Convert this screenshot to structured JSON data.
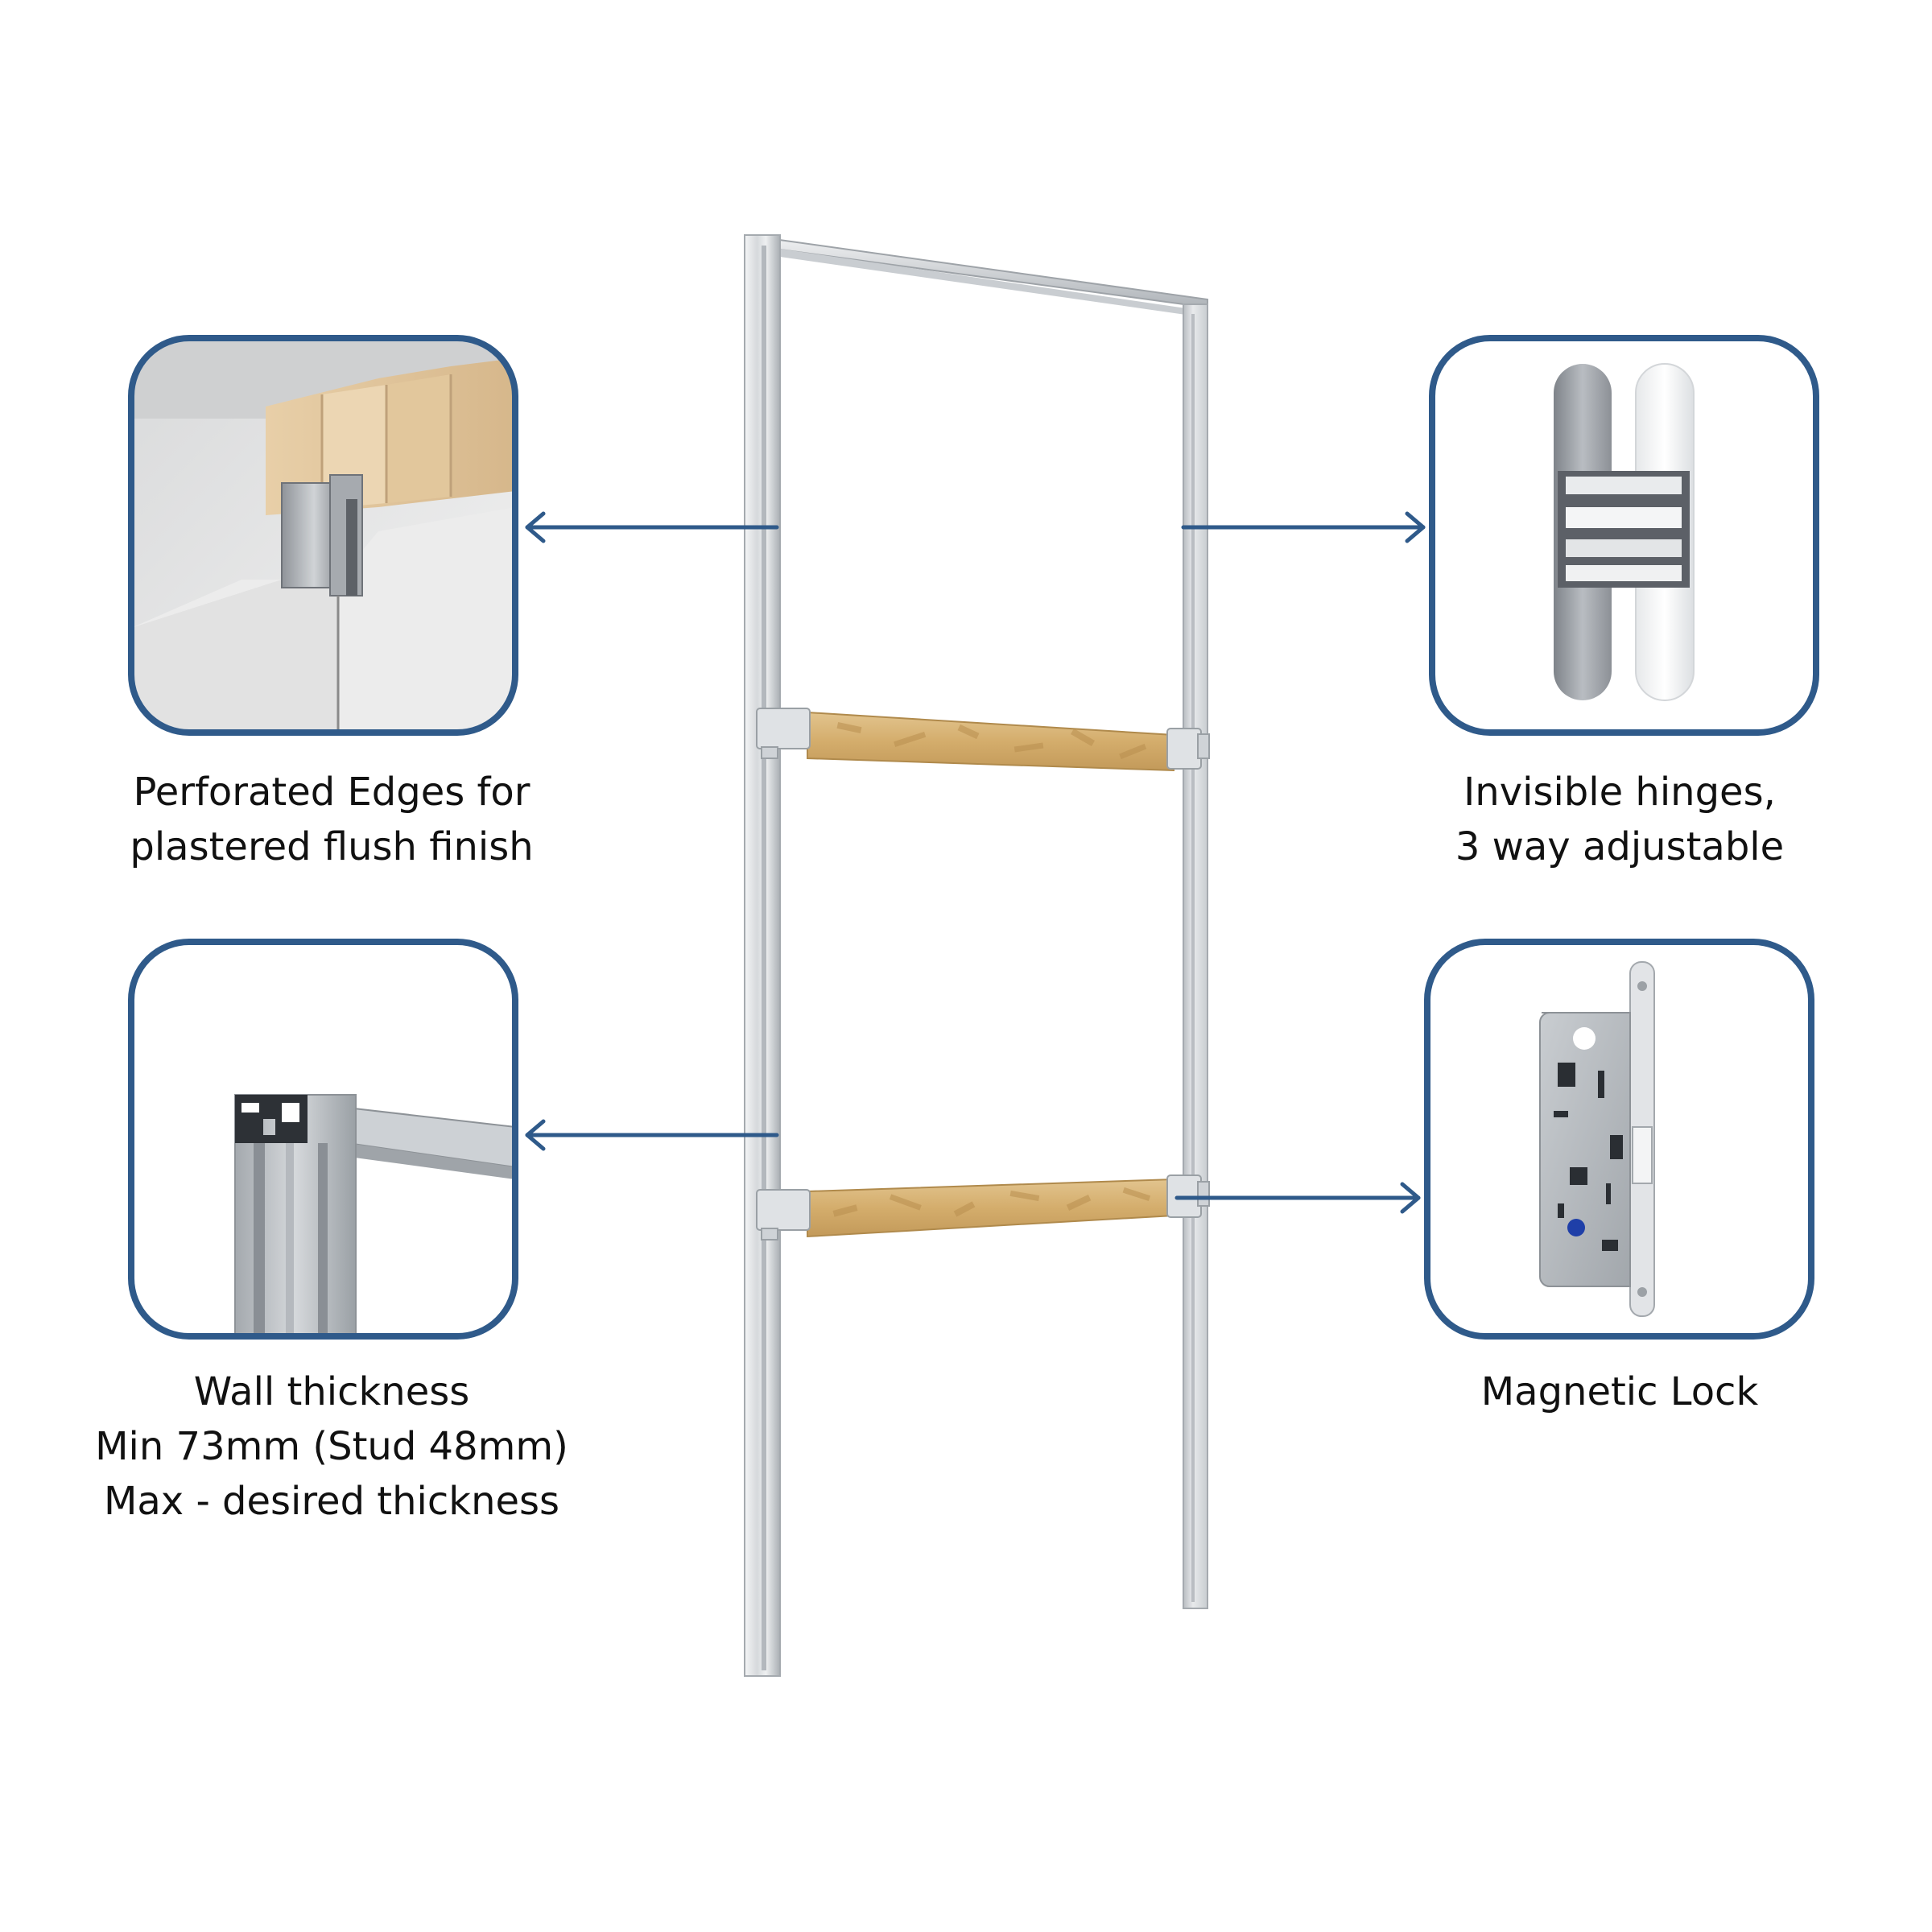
{
  "colors": {
    "accent": "#2f5a8a",
    "frame_light": "#e4e6e8",
    "frame_mid": "#c3c7cb",
    "frame_dark": "#9ea3a8",
    "osb_board": "#d8b67a",
    "background": "#ffffff"
  },
  "features": [
    {
      "id": "perforated-edges",
      "image": "perforated-edge-detail",
      "caption_lines": [
        "Perforated Edges for",
        "plastered flush finish"
      ]
    },
    {
      "id": "invisible-hinges",
      "image": "concealed-hinge",
      "caption_lines": [
        "Invisible hinges,",
        "3 way adjustable"
      ]
    },
    {
      "id": "wall-thickness",
      "image": "frame-profile-corner",
      "caption_lines": [
        "Wall thickness",
        "Min 73mm (Stud 48mm)",
        "Max - desired thickness"
      ]
    },
    {
      "id": "magnetic-lock",
      "image": "mortise-lock",
      "caption_lines": [
        "Magnetic Lock"
      ]
    }
  ],
  "icons": {
    "connector": "arrow-icon"
  }
}
